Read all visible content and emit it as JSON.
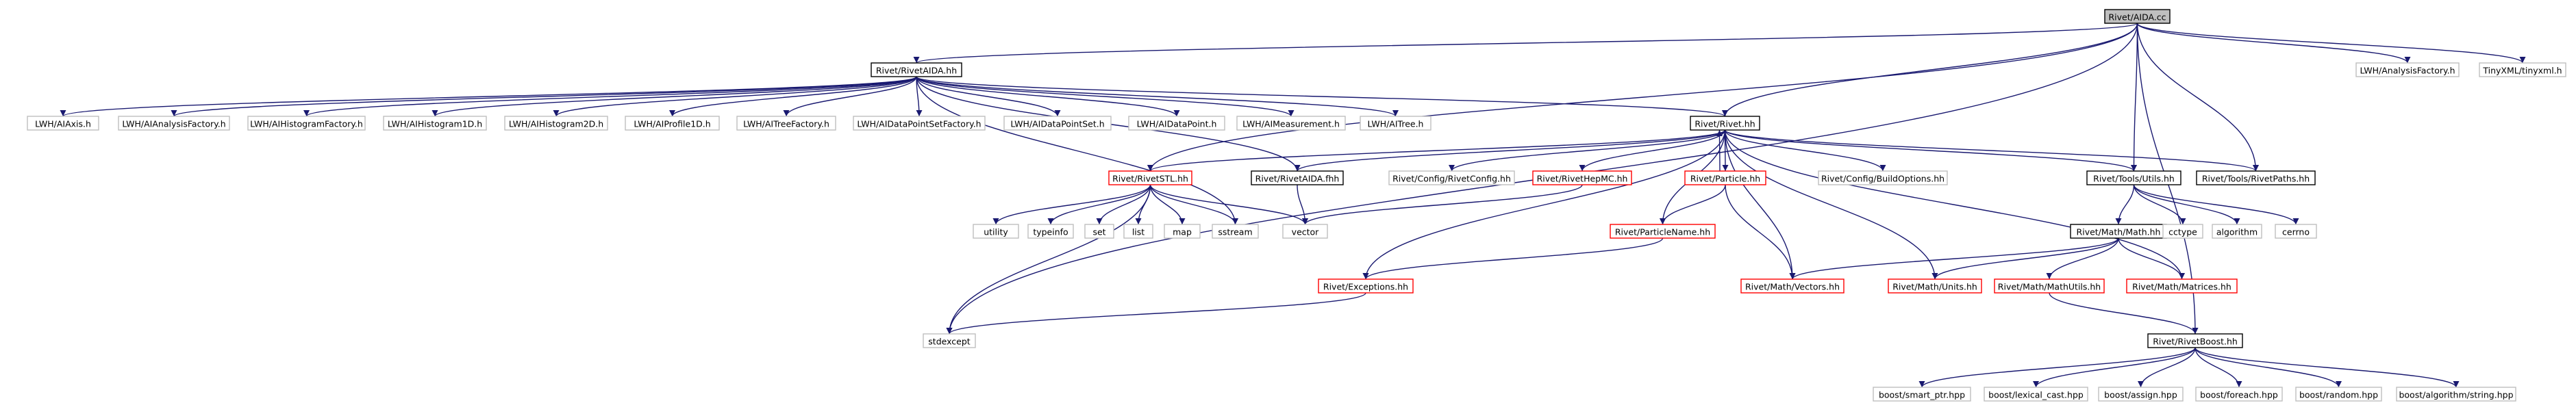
{
  "colors": {
    "edge": "#191970",
    "root_fill": "#bfbfbf",
    "root_border": "#000000",
    "default_border": "#000000",
    "link_border": "#ff0000",
    "external_border": "#bfbfbf",
    "node_fill": "#ffffff"
  },
  "nodes": [
    {
      "id": "rivet_aida_cc",
      "label": "Rivet/AIDA.cc",
      "kind": "root"
    },
    {
      "id": "rivet_rivetaida_hh",
      "label": "Rivet/RivetAIDA.hh",
      "kind": "default"
    },
    {
      "id": "lwh_analysisfactory_h",
      "label": "LWH/AnalysisFactory.h",
      "kind": "external"
    },
    {
      "id": "tinyxml_h",
      "label": "TinyXML/tinyxml.h",
      "kind": "external"
    },
    {
      "id": "lwh_aiaxis_h",
      "label": "LWH/AIAxis.h",
      "kind": "external"
    },
    {
      "id": "lwh_aianalysisfactory_h",
      "label": "LWH/AIAnalysisFactory.h",
      "kind": "external"
    },
    {
      "id": "lwh_aihistogramfactory_h",
      "label": "LWH/AIHistogramFactory.h",
      "kind": "external"
    },
    {
      "id": "lwh_aihistogram1d_h",
      "label": "LWH/AIHistogram1D.h",
      "kind": "external"
    },
    {
      "id": "lwh_aihistogram2d_h",
      "label": "LWH/AIHistogram2D.h",
      "kind": "external"
    },
    {
      "id": "lwh_aiprofile1d_h",
      "label": "LWH/AIProfile1D.h",
      "kind": "external"
    },
    {
      "id": "lwh_aitreefactory_h",
      "label": "LWH/AITreeFactory.h",
      "kind": "external"
    },
    {
      "id": "lwh_aidatapointsetfactory_h",
      "label": "LWH/AIDataPointSetFactory.h",
      "kind": "external"
    },
    {
      "id": "lwh_aidatapointset_h",
      "label": "LWH/AIDataPointSet.h",
      "kind": "external"
    },
    {
      "id": "lwh_aidatapoint_h",
      "label": "LWH/AIDataPoint.h",
      "kind": "external"
    },
    {
      "id": "lwh_aimeasurement_h",
      "label": "LWH/AIMeasurement.h",
      "kind": "external"
    },
    {
      "id": "lwh_aitree_h",
      "label": "LWH/AITree.h",
      "kind": "external"
    },
    {
      "id": "rivet_rivet_hh",
      "label": "Rivet/Rivet.hh",
      "kind": "default"
    },
    {
      "id": "rivet_rivetstl_hh",
      "label": "Rivet/RivetSTL.hh",
      "kind": "link"
    },
    {
      "id": "rivet_rivetaida_fhh",
      "label": "Rivet/RivetAIDA.fhh",
      "kind": "default"
    },
    {
      "id": "rivet_config_rivetconfig_hh",
      "label": "Rivet/Config/RivetConfig.hh",
      "kind": "external"
    },
    {
      "id": "rivet_rivethepmc_hh",
      "label": "Rivet/RivetHepMC.hh",
      "kind": "link"
    },
    {
      "id": "rivet_particle_hh",
      "label": "Rivet/Particle.hh",
      "kind": "link"
    },
    {
      "id": "rivet_config_buildoptions_hh",
      "label": "Rivet/Config/BuildOptions.hh",
      "kind": "external"
    },
    {
      "id": "rivet_tools_utils_hh",
      "label": "Rivet/Tools/Utils.hh",
      "kind": "default"
    },
    {
      "id": "rivet_tools_rivetpaths_hh",
      "label": "Rivet/Tools/RivetPaths.hh",
      "kind": "default"
    },
    {
      "id": "utility",
      "label": "utility",
      "kind": "external"
    },
    {
      "id": "typeinfo",
      "label": "typeinfo",
      "kind": "external"
    },
    {
      "id": "set",
      "label": "set",
      "kind": "external"
    },
    {
      "id": "list",
      "label": "list",
      "kind": "external"
    },
    {
      "id": "map",
      "label": "map",
      "kind": "external"
    },
    {
      "id": "sstream",
      "label": "sstream",
      "kind": "external"
    },
    {
      "id": "vector",
      "label": "vector",
      "kind": "external"
    },
    {
      "id": "rivet_particlename_hh",
      "label": "Rivet/ParticleName.hh",
      "kind": "link"
    },
    {
      "id": "rivet_math_math_hh",
      "label": "Rivet/Math/Math.hh",
      "kind": "default"
    },
    {
      "id": "cctype",
      "label": "cctype",
      "kind": "external"
    },
    {
      "id": "algorithm",
      "label": "algorithm",
      "kind": "external"
    },
    {
      "id": "cerrno",
      "label": "cerrno",
      "kind": "external"
    },
    {
      "id": "rivet_exceptions_hh",
      "label": "Rivet/Exceptions.hh",
      "kind": "link"
    },
    {
      "id": "rivet_math_vectors_hh",
      "label": "Rivet/Math/Vectors.hh",
      "kind": "link"
    },
    {
      "id": "rivet_math_units_hh",
      "label": "Rivet/Math/Units.hh",
      "kind": "link"
    },
    {
      "id": "rivet_math_mathutils_hh",
      "label": "Rivet/Math/MathUtils.hh",
      "kind": "link"
    },
    {
      "id": "rivet_math_matrices_hh",
      "label": "Rivet/Math/Matrices.hh",
      "kind": "link"
    },
    {
      "id": "stdexcept",
      "label": "stdexcept",
      "kind": "external"
    },
    {
      "id": "rivet_rivetboost_hh",
      "label": "Rivet/RivetBoost.hh",
      "kind": "default"
    },
    {
      "id": "boost_smart_ptr_hpp",
      "label": "boost/smart_ptr.hpp",
      "kind": "external"
    },
    {
      "id": "boost_lexical_cast_hpp",
      "label": "boost/lexical_cast.hpp",
      "kind": "external"
    },
    {
      "id": "boost_assign_hpp",
      "label": "boost/assign.hpp",
      "kind": "external"
    },
    {
      "id": "boost_foreach_hpp",
      "label": "boost/foreach.hpp",
      "kind": "external"
    },
    {
      "id": "boost_random_hpp",
      "label": "boost/random.hpp",
      "kind": "external"
    },
    {
      "id": "boost_algorithm_string_hpp",
      "label": "boost/algorithm/string.hpp",
      "kind": "external"
    }
  ],
  "edges": [
    [
      "rivet_aida_cc",
      "rivet_rivetaida_hh"
    ],
    [
      "rivet_aida_cc",
      "lwh_analysisfactory_h"
    ],
    [
      "rivet_aida_cc",
      "tinyxml_h"
    ],
    [
      "rivet_aida_cc",
      "rivet_rivet_hh"
    ],
    [
      "rivet_aida_cc",
      "rivet_rivetstl_hh"
    ],
    [
      "rivet_aida_cc",
      "rivet_tools_utils_hh"
    ],
    [
      "rivet_aida_cc",
      "rivet_tools_rivetpaths_hh"
    ],
    [
      "rivet_aida_cc",
      "rivet_rivetboost_hh"
    ],
    [
      "rivet_aida_cc",
      "stdexcept"
    ],
    [
      "rivet_rivetaida_hh",
      "lwh_aiaxis_h"
    ],
    [
      "rivet_rivetaida_hh",
      "lwh_aianalysisfactory_h"
    ],
    [
      "rivet_rivetaida_hh",
      "lwh_aihistogramfactory_h"
    ],
    [
      "rivet_rivetaida_hh",
      "lwh_aihistogram1d_h"
    ],
    [
      "rivet_rivetaida_hh",
      "lwh_aihistogram2d_h"
    ],
    [
      "rivet_rivetaida_hh",
      "lwh_aiprofile1d_h"
    ],
    [
      "rivet_rivetaida_hh",
      "lwh_aitreefactory_h"
    ],
    [
      "rivet_rivetaida_hh",
      "lwh_aidatapointsetfactory_h"
    ],
    [
      "rivet_rivetaida_hh",
      "lwh_aidatapointset_h"
    ],
    [
      "rivet_rivetaida_hh",
      "lwh_aidatapoint_h"
    ],
    [
      "rivet_rivetaida_hh",
      "lwh_aimeasurement_h"
    ],
    [
      "rivet_rivetaida_hh",
      "lwh_aitree_h"
    ],
    [
      "rivet_rivetaida_hh",
      "rivet_rivet_hh"
    ],
    [
      "rivet_rivetaida_hh",
      "rivet_rivetaida_fhh"
    ],
    [
      "rivet_rivetaida_hh",
      "sstream"
    ],
    [
      "rivet_rivet_hh",
      "rivet_rivetstl_hh"
    ],
    [
      "rivet_rivet_hh",
      "rivet_rivetaida_fhh"
    ],
    [
      "rivet_rivet_hh",
      "rivet_config_rivetconfig_hh"
    ],
    [
      "rivet_rivet_hh",
      "rivet_rivethepmc_hh"
    ],
    [
      "rivet_rivet_hh",
      "rivet_particle_hh"
    ],
    [
      "rivet_rivet_hh",
      "rivet_config_buildoptions_hh"
    ],
    [
      "rivet_rivet_hh",
      "rivet_tools_utils_hh"
    ],
    [
      "rivet_rivet_hh",
      "rivet_tools_rivetpaths_hh"
    ],
    [
      "rivet_rivet_hh",
      "rivet_particlename_hh"
    ],
    [
      "rivet_rivet_hh",
      "rivet_exceptions_hh"
    ],
    [
      "rivet_rivet_hh",
      "rivet_math_vectors_hh"
    ],
    [
      "rivet_rivet_hh",
      "rivet_math_units_hh"
    ],
    [
      "rivet_rivet_hh",
      "rivet_math_matrices_hh"
    ],
    [
      "rivet_rivetstl_hh",
      "utility"
    ],
    [
      "rivet_rivetstl_hh",
      "typeinfo"
    ],
    [
      "rivet_rivetstl_hh",
      "set"
    ],
    [
      "rivet_rivetstl_hh",
      "list"
    ],
    [
      "rivet_rivetstl_hh",
      "map"
    ],
    [
      "rivet_rivetstl_hh",
      "sstream"
    ],
    [
      "rivet_rivetstl_hh",
      "vector"
    ],
    [
      "rivet_rivetstl_hh",
      "stdexcept"
    ],
    [
      "rivet_rivetaida_fhh",
      "vector"
    ],
    [
      "rivet_rivethepmc_hh",
      "vector"
    ],
    [
      "rivet_particle_hh",
      "rivet_rivet_hh"
    ],
    [
      "rivet_particle_hh",
      "rivet_particlename_hh"
    ],
    [
      "rivet_particle_hh",
      "rivet_math_vectors_hh"
    ],
    [
      "rivet_particlename_hh",
      "rivet_exceptions_hh"
    ],
    [
      "rivet_exceptions_hh",
      "stdexcept"
    ],
    [
      "rivet_tools_utils_hh",
      "rivet_math_math_hh"
    ],
    [
      "rivet_tools_utils_hh",
      "cctype"
    ],
    [
      "rivet_tools_utils_hh",
      "algorithm"
    ],
    [
      "rivet_tools_utils_hh",
      "cerrno"
    ],
    [
      "rivet_math_math_hh",
      "rivet_math_vectors_hh"
    ],
    [
      "rivet_math_math_hh",
      "rivet_math_units_hh"
    ],
    [
      "rivet_math_math_hh",
      "rivet_math_mathutils_hh"
    ],
    [
      "rivet_math_math_hh",
      "rivet_math_matrices_hh"
    ],
    [
      "rivet_math_mathutils_hh",
      "rivet_rivetboost_hh"
    ],
    [
      "rivet_rivetboost_hh",
      "boost_smart_ptr_hpp"
    ],
    [
      "rivet_rivetboost_hh",
      "boost_lexical_cast_hpp"
    ],
    [
      "rivet_rivetboost_hh",
      "boost_assign_hpp"
    ],
    [
      "rivet_rivetboost_hh",
      "boost_foreach_hpp"
    ],
    [
      "rivet_rivetboost_hh",
      "boost_random_hpp"
    ],
    [
      "rivet_rivetboost_hh",
      "boost_algorithm_string_hpp"
    ]
  ]
}
